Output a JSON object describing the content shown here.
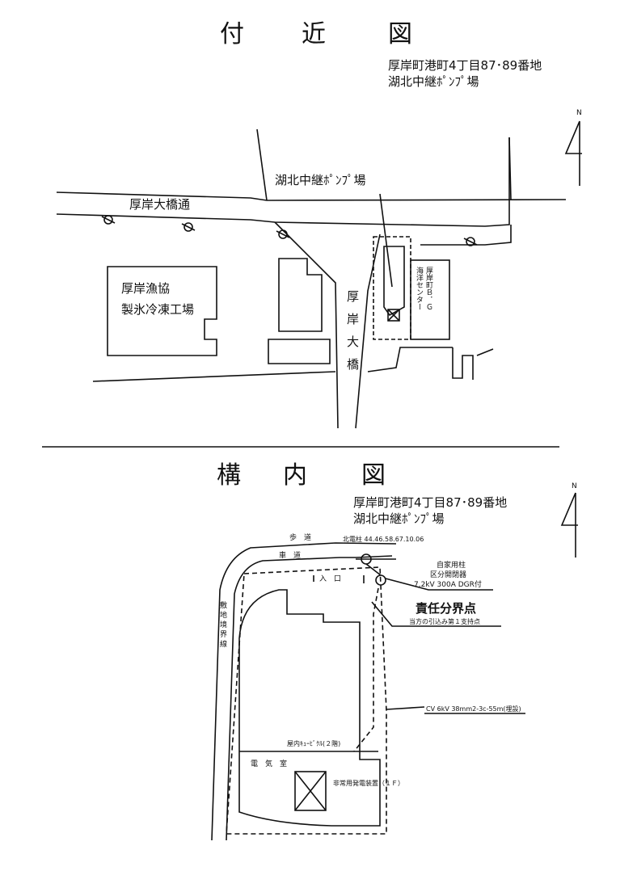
{
  "vicinity": {
    "title_chars": [
      "付",
      "近",
      "図"
    ],
    "address_line1": "厚岸町港町4丁目87･89番地",
    "address_line2": "湖北中継ﾎﾟﾝﾌﾟ場",
    "north": "N",
    "pump_label": "湖北中継ﾎﾟﾝﾌﾟ場",
    "street_label": "厚岸大橋通",
    "fish_line1": "厚岸漁協",
    "fish_line2": "製氷冷凍工場",
    "bridge_chars": [
      "厚",
      "岸",
      "大",
      "橋"
    ],
    "center_line1": "厚岸町Ｂ．Ｇ",
    "center_line2": "海洋センター"
  },
  "site": {
    "title_chars": [
      "構",
      "内",
      "図"
    ],
    "address_line1": "厚岸町港町4丁目87･89番地",
    "address_line2": "湖北中継ﾎﾟﾝﾌﾟ場",
    "north": "N",
    "sidewalk": "歩　道",
    "roadway": "車　道",
    "pole_label": "北電柱 44.46.58.67.10.06",
    "entrance": "入　口",
    "switch_line1": "自家用柱",
    "switch_line2": "区分開閉器",
    "switch_line3": "7.2kV 300A DGR付",
    "responsibility": "責任分界点",
    "responsibility_note": "当方の引込み第１支持点",
    "boundary_chars": [
      "敷",
      "地",
      "境",
      "界",
      "線"
    ],
    "cable": "CV 6kV 38mm2-3c-55m(埋設)",
    "cubicle": "屋内ｷｭｰﾋﾞｸﾙ(２階)",
    "electric_room": "電　気　室",
    "generator": "非常用発電装置（１Ｆ）"
  }
}
